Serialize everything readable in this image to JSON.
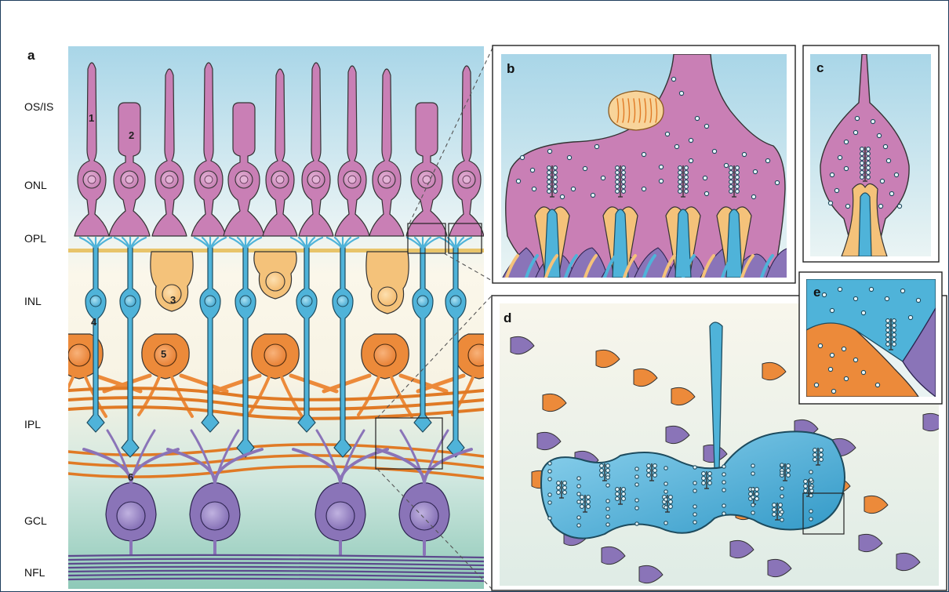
{
  "panels": {
    "a": "a",
    "b": "b",
    "c": "c",
    "d": "d",
    "e": "e"
  },
  "layers": [
    "OS/IS",
    "ONL",
    "OPL",
    "INL",
    "IPL",
    "GCL",
    "NFL"
  ],
  "cell_numbers": [
    "1",
    "2",
    "3",
    "4",
    "5",
    "6"
  ],
  "colors": {
    "photoreceptor": "#c97fb5",
    "bipolar": "#4fb3d9",
    "horizontal": "#f4c27a",
    "amacrine": "#ec8a3a",
    "ganglion": "#8a74b8",
    "mitochondrion": "#f8d49a",
    "frame": "#1e3d5c"
  }
}
